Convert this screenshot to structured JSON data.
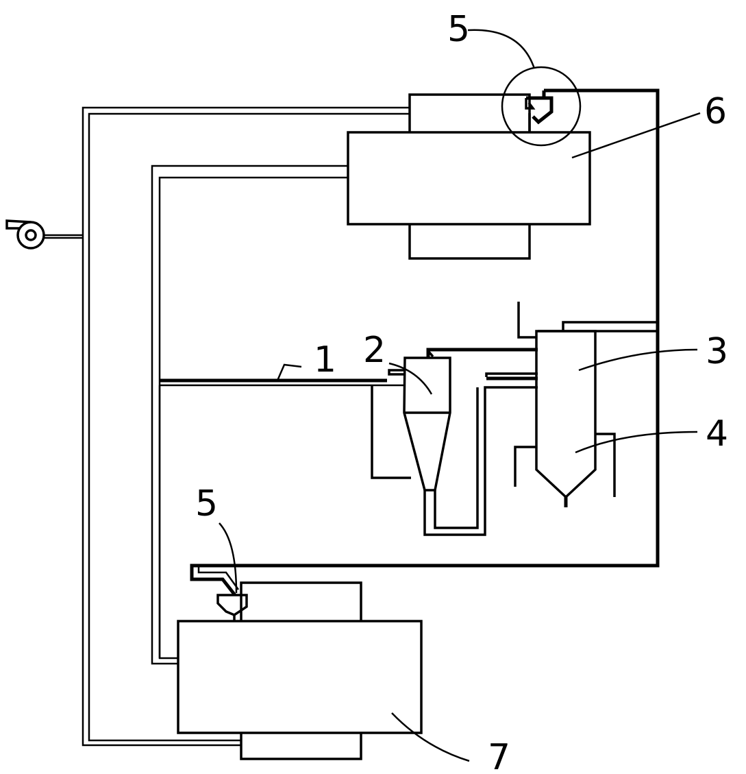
{
  "labels": {
    "l1": "1",
    "l2": "2",
    "l3": "3",
    "l4": "4",
    "l5_top": "5",
    "l5_bottom": "5",
    "l6": "6",
    "l7": "7"
  },
  "icons": {
    "fan": "fan-icon",
    "nozzle_top": "nozzle-icon",
    "nozzle_bottom": "nozzle-icon",
    "cyclone": "cyclone-separator",
    "tower": "tower-vessel"
  },
  "colors": {
    "line": "#000000",
    "background": "#ffffff"
  }
}
